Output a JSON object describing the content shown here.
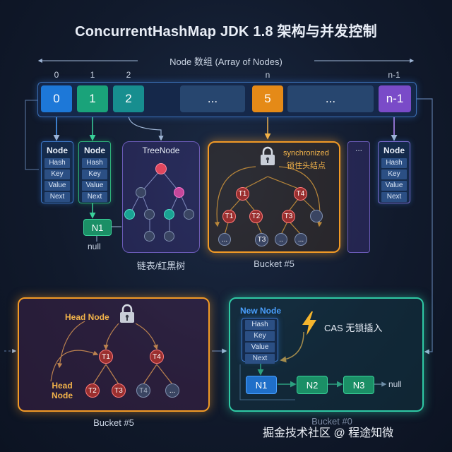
{
  "title": "ConcurrentHashMap JDK 1.8 架构与并发控制",
  "array": {
    "label": "Node 数组 (Array of Nodes)",
    "indices": [
      "0",
      "1",
      "2",
      "n",
      "n-1"
    ],
    "cells": [
      "0",
      "1",
      "2",
      "...",
      "5",
      "...",
      "n-1"
    ]
  },
  "node_boxes": {
    "title": "Node",
    "fields": [
      "Hash",
      "Key",
      "Value",
      "Next"
    ]
  },
  "chain_small": {
    "n1": "N1",
    "null": "null"
  },
  "treenode": {
    "title": "TreeNode",
    "caption": "链表/红黑树"
  },
  "bucket5_top": {
    "sync_line1": "synchronized",
    "sync_line2": "锁住头结点",
    "nodes": [
      "T1",
      "T4",
      "T1",
      "T2",
      "T3",
      "...",
      "T3",
      "..",
      "..."
    ],
    "caption": "Bucket #5"
  },
  "dots_box": "...",
  "bucket5_bottom": {
    "head_top": "Head Node",
    "head_left_1": "Head",
    "head_left_2": "Node",
    "nodes": [
      "T1",
      "T4",
      "T2",
      "T3",
      "T4",
      "..."
    ],
    "caption": "Bucket #5"
  },
  "bucket0": {
    "new_node": "New Node",
    "cas": "CAS 无锁插入",
    "chain": [
      "N1",
      "N2",
      "N3"
    ],
    "null": "null",
    "caption": "Bucket #0"
  },
  "watermark": "掘金技术社区 @ 程途知微"
}
